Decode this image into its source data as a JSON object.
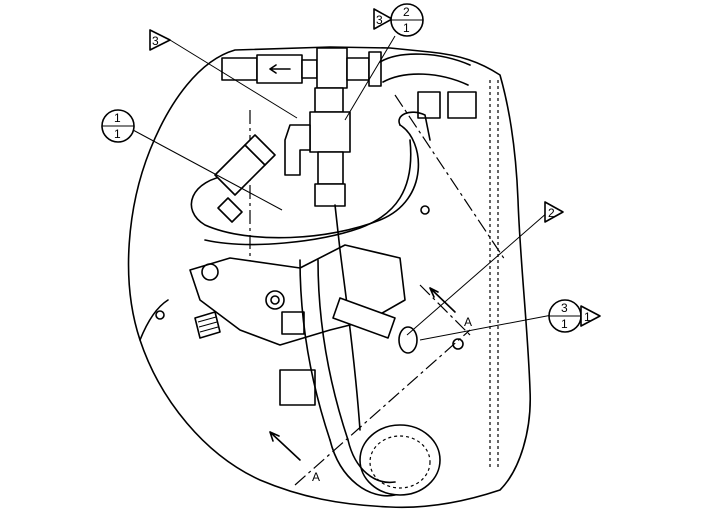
{
  "callouts": [
    {
      "id": "c1",
      "top": "1",
      "bottom": "1"
    },
    {
      "id": "c2",
      "top": "2",
      "bottom": "1",
      "flag": "3"
    },
    {
      "id": "c3",
      "top": "3",
      "bottom": "1",
      "flag": "1"
    }
  ],
  "flags": [
    {
      "id": "f3",
      "label": "3"
    },
    {
      "id": "f2",
      "label": "2"
    }
  ],
  "section_labels": [
    {
      "id": "a-top",
      "label": "A"
    },
    {
      "id": "a-bottom",
      "label": "A"
    }
  ]
}
